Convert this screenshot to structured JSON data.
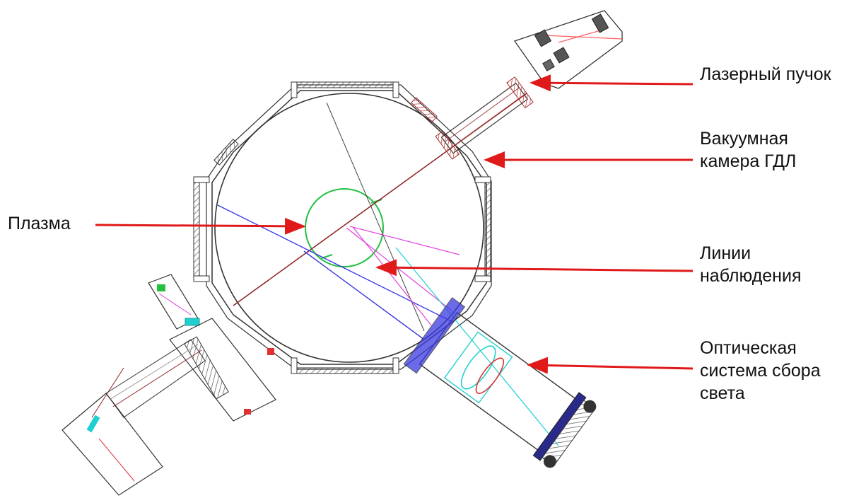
{
  "labels": {
    "laser": "Лазерный пучок",
    "chamber": "Вакуумная\nкамера ГДЛ",
    "plasma": "Плазма",
    "lines": "Линии\nнаблюдения",
    "optics": "Оптическая\nсистема сбора\nсвета"
  },
  "colors": {
    "arrow": "#e01a1a",
    "green": "#22c040",
    "blue": "#3a3ae0",
    "magenta": "#e040e0",
    "cyan": "#20d0d0",
    "laser_line": "#8b2020",
    "gray": "#555555"
  }
}
